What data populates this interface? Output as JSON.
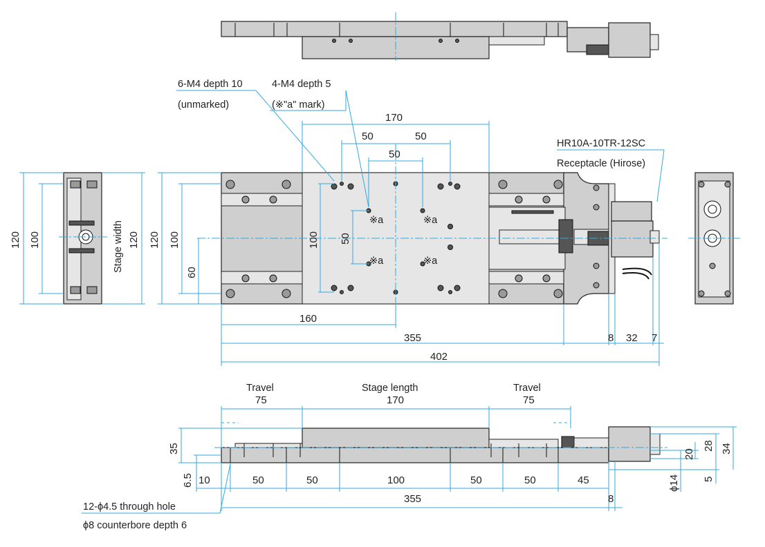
{
  "notes": {
    "m4_depth10": "6-M4 depth 10",
    "m4_depth10_sub": "(unmarked)",
    "m4_depth5": "4-M4 depth 5",
    "m4_depth5_sub": "(※\"a\" mark)",
    "receptacle": "HR10A-10TR-12SC",
    "receptacle_sub": "Receptacle (Hirose)",
    "through_hole": "12-ϕ4.5 through hole",
    "counterbore": "ϕ8 counterbore depth 6",
    "stage_width": "Stage width",
    "travel": "Travel",
    "stage_length": "Stage length",
    "a_mark": "※a"
  },
  "dims": {
    "d170": "170",
    "d50a": "50",
    "d50b": "50",
    "d50c": "50",
    "d120_left": "120",
    "d100_left": "100",
    "d120_sw": "120",
    "d120": "120",
    "d100": "100",
    "d60": "60",
    "d100_stage": "100",
    "d50_stage": "50",
    "d160": "160",
    "d355": "355",
    "d8": "8",
    "d32": "32",
    "d7": "7",
    "d402": "402",
    "travel_75_left": "75",
    "stage_170": "170",
    "travel_75_right": "75",
    "d35": "35",
    "d6_5": "6.5",
    "d10": "10",
    "b50a": "50",
    "b50b": "50",
    "b100": "100",
    "b50c": "50",
    "b50d": "50",
    "b45": "45",
    "b355": "355",
    "b8": "8",
    "d28": "28",
    "d20": "20",
    "d34": "34",
    "d14": "ϕ14",
    "d5": "5"
  },
  "colors": {
    "dimension": "#33aadd",
    "outline": "#222222",
    "fill": "#cfcfcf"
  }
}
